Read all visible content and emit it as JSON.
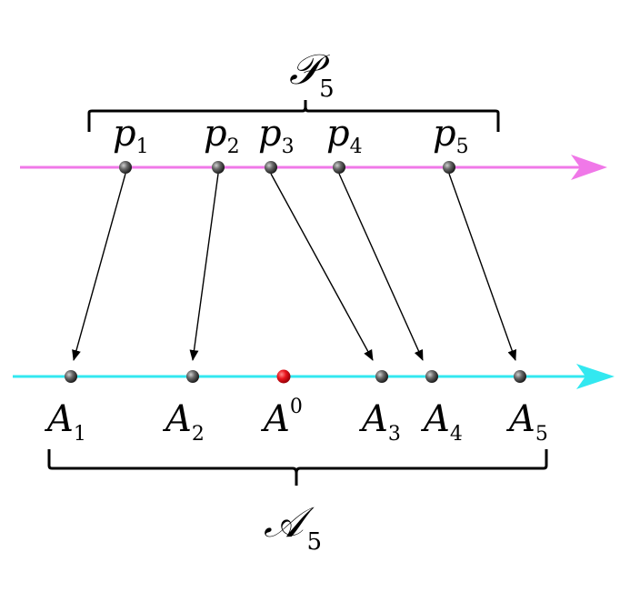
{
  "diagram": {
    "top_set": {
      "symbol": "𝒫",
      "subscript": "5"
    },
    "bottom_set": {
      "symbol": "𝒜",
      "subscript": "5"
    },
    "top_points": [
      {
        "letter": "p",
        "index": "1"
      },
      {
        "letter": "p",
        "index": "2"
      },
      {
        "letter": "p",
        "index": "3"
      },
      {
        "letter": "p",
        "index": "4"
      },
      {
        "letter": "p",
        "index": "5"
      }
    ],
    "bottom_points": [
      {
        "letter": "A",
        "index": "1",
        "sup": ""
      },
      {
        "letter": "A",
        "index": "2",
        "sup": ""
      },
      {
        "letter": "A",
        "index": "",
        "sup": "0"
      },
      {
        "letter": "A",
        "index": "3",
        "sup": ""
      },
      {
        "letter": "A",
        "index": "4",
        "sup": ""
      },
      {
        "letter": "A",
        "index": "5",
        "sup": ""
      }
    ],
    "colors": {
      "top_axis": "#f078e8",
      "bottom_axis": "#33e8f0",
      "point": "#555555",
      "reference_point": "#e41a1c",
      "mapping_arrow": "#000000"
    }
  }
}
